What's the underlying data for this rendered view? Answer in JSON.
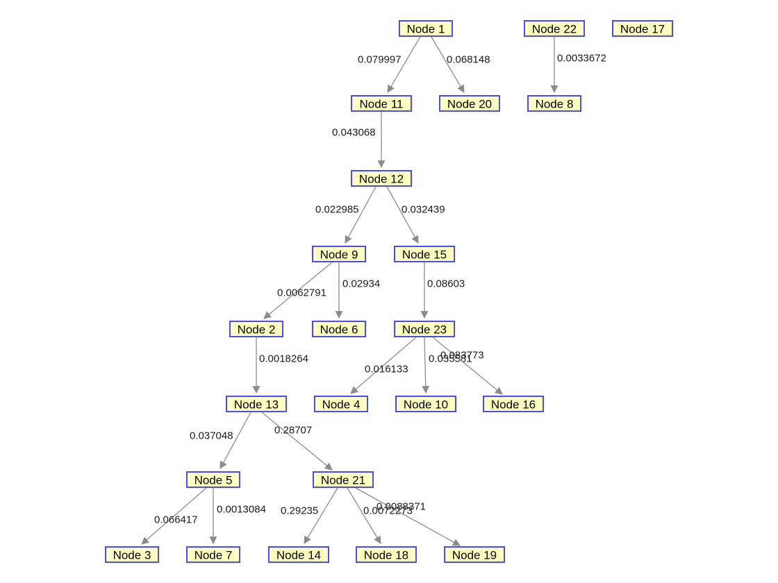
{
  "colors": {
    "node_fill": "#ffffc0",
    "node_border": "#4a4aff",
    "edge": "#8c8c8c",
    "text": "#000000"
  },
  "nodes": [
    {
      "id": "n1",
      "label": "Node 1"
    },
    {
      "id": "n22",
      "label": "Node 22"
    },
    {
      "id": "n17",
      "label": "Node 17"
    },
    {
      "id": "n11",
      "label": "Node 11"
    },
    {
      "id": "n20",
      "label": "Node 20"
    },
    {
      "id": "n8",
      "label": "Node 8"
    },
    {
      "id": "n12",
      "label": "Node 12"
    },
    {
      "id": "n9",
      "label": "Node 9"
    },
    {
      "id": "n15",
      "label": "Node 15"
    },
    {
      "id": "n2",
      "label": "Node 2"
    },
    {
      "id": "n6",
      "label": "Node 6"
    },
    {
      "id": "n23",
      "label": "Node 23"
    },
    {
      "id": "n13",
      "label": "Node 13"
    },
    {
      "id": "n4",
      "label": "Node 4"
    },
    {
      "id": "n10",
      "label": "Node 10"
    },
    {
      "id": "n16",
      "label": "Node 16"
    },
    {
      "id": "n5",
      "label": "Node 5"
    },
    {
      "id": "n21",
      "label": "Node 21"
    },
    {
      "id": "n3",
      "label": "Node 3"
    },
    {
      "id": "n7",
      "label": "Node 7"
    },
    {
      "id": "n14",
      "label": "Node 14"
    },
    {
      "id": "n18",
      "label": "Node 18"
    },
    {
      "id": "n19",
      "label": "Node 19"
    }
  ],
  "edges": [
    {
      "from": "n1",
      "to": "n11",
      "label": "0.079997"
    },
    {
      "from": "n1",
      "to": "n20",
      "label": "0.068148"
    },
    {
      "from": "n22",
      "to": "n8",
      "label": "0.0033672"
    },
    {
      "from": "n11",
      "to": "n12",
      "label": "0.043068"
    },
    {
      "from": "n12",
      "to": "n9",
      "label": "0.022985"
    },
    {
      "from": "n12",
      "to": "n15",
      "label": "0.032439"
    },
    {
      "from": "n9",
      "to": "n2",
      "label": "0.0062791"
    },
    {
      "from": "n9",
      "to": "n6",
      "label": "0.02934"
    },
    {
      "from": "n15",
      "to": "n23",
      "label": "0.08603"
    },
    {
      "from": "n2",
      "to": "n13",
      "label": "0.0018264"
    },
    {
      "from": "n23",
      "to": "n4",
      "label": "0.016133"
    },
    {
      "from": "n23",
      "to": "n10",
      "label": "0.035581"
    },
    {
      "from": "n23",
      "to": "n16",
      "label": "0.083773"
    },
    {
      "from": "n13",
      "to": "n5",
      "label": "0.037048"
    },
    {
      "from": "n13",
      "to": "n21",
      "label": "0.28707"
    },
    {
      "from": "n5",
      "to": "n3",
      "label": "0.066417"
    },
    {
      "from": "n5",
      "to": "n7",
      "label": "0.0013084"
    },
    {
      "from": "n21",
      "to": "n14",
      "label": "0.29235"
    },
    {
      "from": "n21",
      "to": "n18",
      "label": "0.0072273"
    },
    {
      "from": "n21",
      "to": "n19",
      "label": "0.0088371"
    }
  ]
}
